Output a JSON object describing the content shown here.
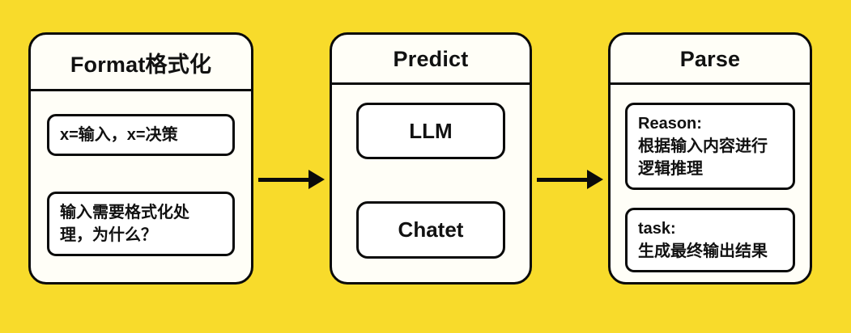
{
  "colors": {
    "bg": "#f8db2b",
    "box-bg": "#fffef7",
    "card-bg": "#ffffff",
    "line": "#0a0a0a"
  },
  "diagram": {
    "nodes": [
      {
        "title": "Format格式化",
        "cards": [
          {
            "text": "x=输入，x=决策"
          },
          {
            "text": "输入需要格式化处\n理，为什么？"
          }
        ]
      },
      {
        "title": "Predict",
        "cards": [
          {
            "text": "LLM"
          },
          {
            "text": "Chatet"
          }
        ]
      },
      {
        "title": "Parse",
        "cards": [
          {
            "text": "Reason:\n根据输入内容进行\n逻辑推理"
          },
          {
            "text": "task:\n生成最终输出结果"
          }
        ]
      }
    ]
  }
}
